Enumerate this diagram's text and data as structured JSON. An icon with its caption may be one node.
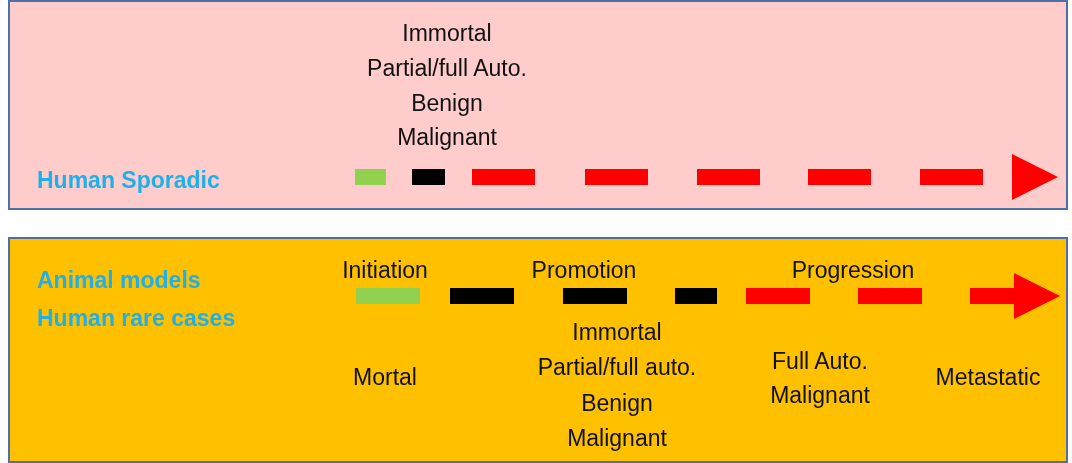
{
  "diagram": {
    "nodes": [
      {
        "text": [
          "Human Sporadic"
        ]
      },
      {
        "text": [
          "Animal models",
          "Human rare cases"
        ]
      }
    ],
    "labels": [
      "Immortal",
      "Partial/full Auto.",
      "Benign",
      "Malignant",
      "Initiation",
      "Promotion",
      "Progression",
      "Mortal",
      "Immortal",
      "Partial/full auto.",
      "Benign",
      "Malignant",
      "Full Auto.",
      "Malignant",
      "Metastatic"
    ]
  }
}
